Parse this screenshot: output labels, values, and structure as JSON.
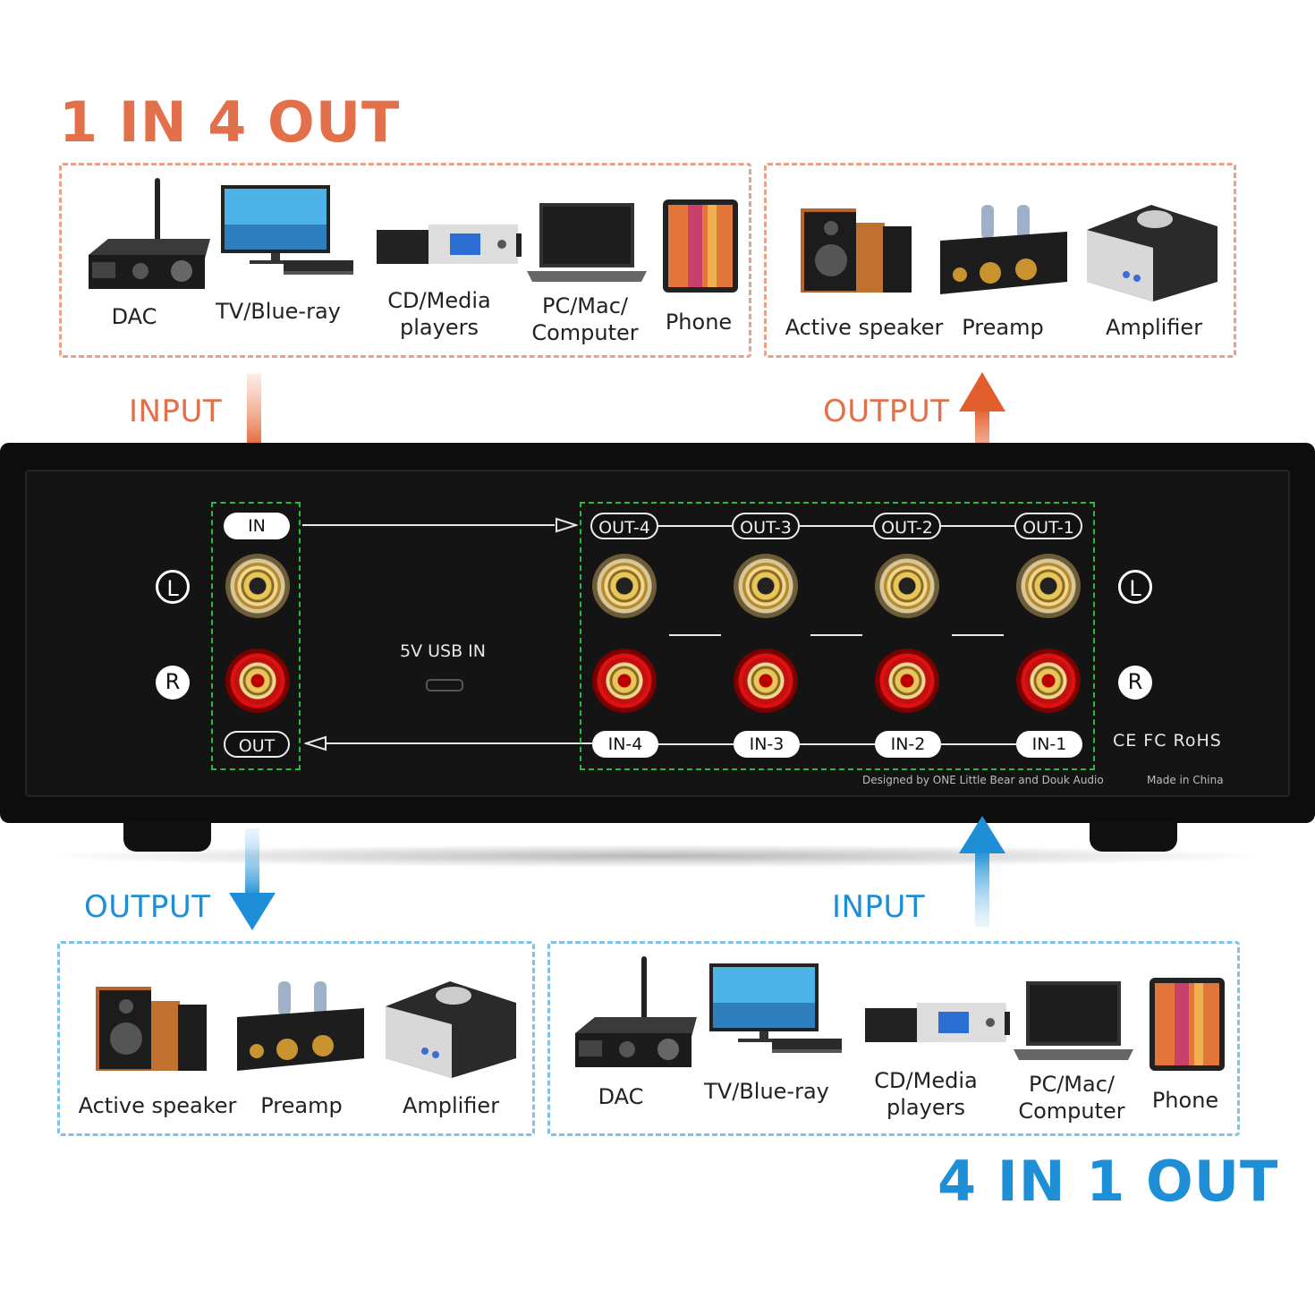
{
  "top": {
    "title": "1 IN 4 OUT",
    "input_label": "INPUT",
    "output_label": "OUTPUT",
    "inputs": [
      {
        "label": "DAC",
        "icon": "dac-icon"
      },
      {
        "label": "TV/Blue-ray",
        "icon": "tv-icon"
      },
      {
        "label": "CD/Media\nplayers",
        "icon": "cd-player-icon"
      },
      {
        "label": "PC/Mac/\nComputer",
        "icon": "laptop-icon"
      },
      {
        "label": "Phone",
        "icon": "phone-icon"
      }
    ],
    "outputs": [
      {
        "label": "Active speaker",
        "icon": "speaker-icon"
      },
      {
        "label": "Preamp",
        "icon": "preamp-icon"
      },
      {
        "label": "Amplifier",
        "icon": "amplifier-icon"
      }
    ]
  },
  "panel": {
    "in_label": "IN",
    "out_label": "OUT",
    "left_channel": "L",
    "right_channel": "R",
    "usb_label": "5V USB IN",
    "out_ports": [
      "OUT-4",
      "OUT-3",
      "OUT-2",
      "OUT-1"
    ],
    "in_ports": [
      "IN-4",
      "IN-3",
      "IN-2",
      "IN-1"
    ],
    "certifications": "CE FC RoHS",
    "designed_by": "Designed by ONE Little Bear and Douk Audio",
    "made_in": "Made in China"
  },
  "bottom": {
    "title": "4 IN 1 OUT",
    "output_label": "OUTPUT",
    "input_label": "INPUT",
    "outputs": [
      {
        "label": "Active speaker",
        "icon": "speaker-icon"
      },
      {
        "label": "Preamp",
        "icon": "preamp-icon"
      },
      {
        "label": "Amplifier",
        "icon": "amplifier-icon"
      }
    ],
    "inputs": [
      {
        "label": "DAC",
        "icon": "dac-icon"
      },
      {
        "label": "TV/Blue-ray",
        "icon": "tv-icon"
      },
      {
        "label": "CD/Media\nplayers",
        "icon": "cd-player-icon"
      },
      {
        "label": "PC/Mac/\nComputer",
        "icon": "laptop-icon"
      },
      {
        "label": "Phone",
        "icon": "phone-icon"
      }
    ]
  },
  "colors": {
    "orange": "#e2704a",
    "blue": "#1e8fd6",
    "panel": "#0d0d0d",
    "green_dash": "#2bbb3b"
  }
}
